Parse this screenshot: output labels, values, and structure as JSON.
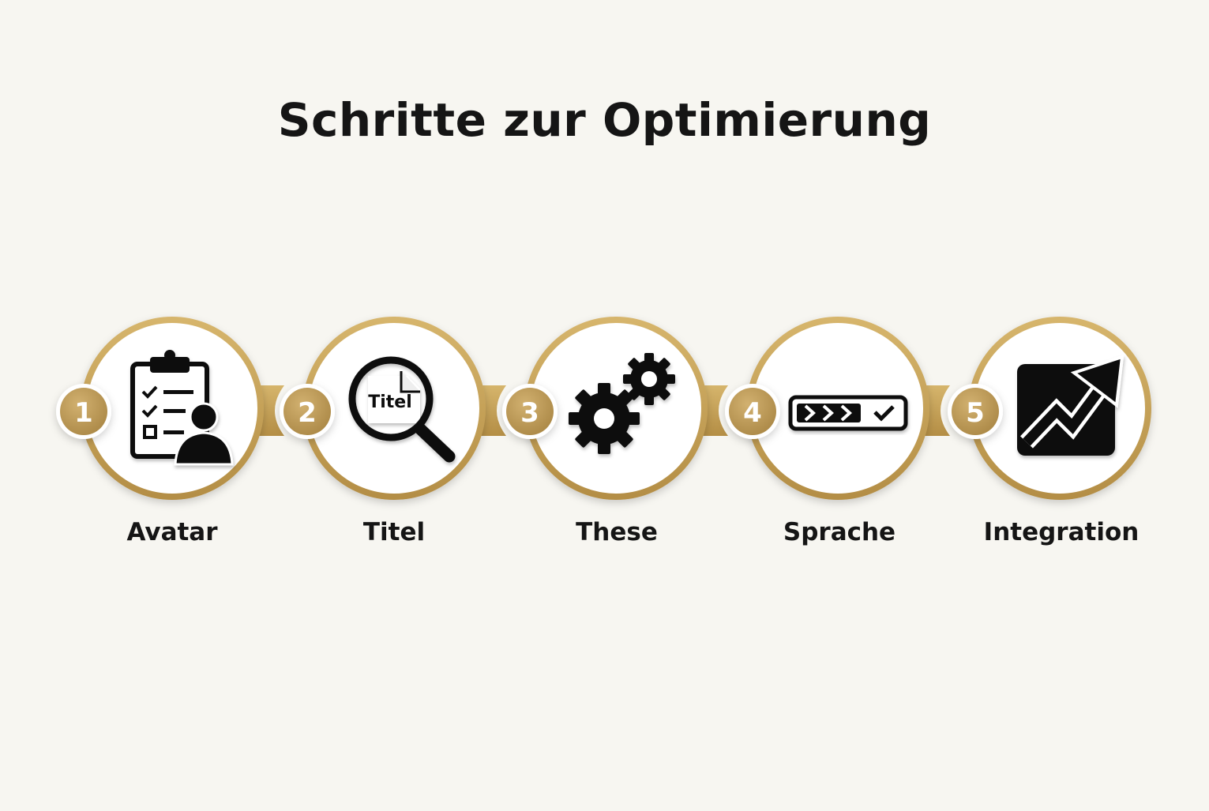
{
  "title": "Schritte zur Optimierung",
  "colors": {
    "gold": "#c9a55a",
    "gold_dark": "#a9853c",
    "icon": "#111111",
    "background": "#f7f6f1"
  },
  "steps": [
    {
      "number": "1",
      "label": "Avatar",
      "icon": "clipboard-person-icon"
    },
    {
      "number": "2",
      "label": "Titel",
      "icon": "magnifier-document-icon",
      "icon_text": "Titel"
    },
    {
      "number": "3",
      "label": "These",
      "icon": "gears-icon"
    },
    {
      "number": "4",
      "label": "Sprache",
      "icon": "progress-bar-check-icon"
    },
    {
      "number": "5",
      "label": "Integration",
      "icon": "growth-arrow-icon"
    }
  ]
}
